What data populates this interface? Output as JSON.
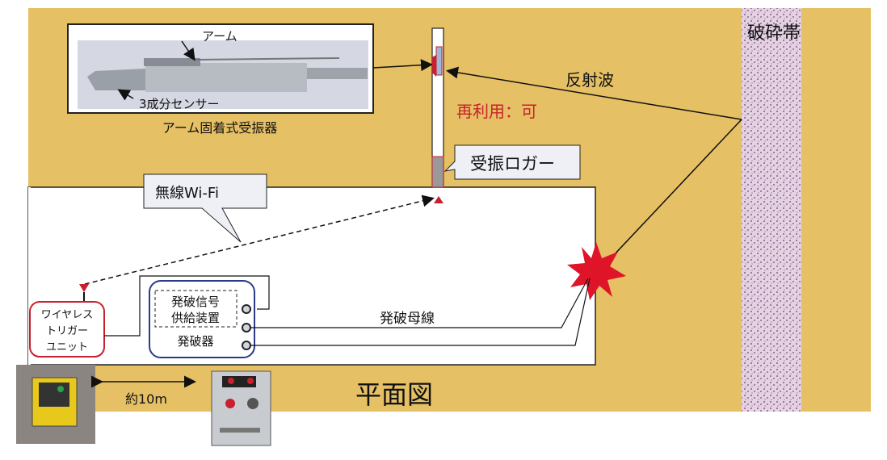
{
  "labels": {
    "arm": "アーム",
    "sensor": "3成分センサー",
    "receiver_caption": "アーム固着式受振器",
    "reflected_wave": "反射波",
    "reusable": "再利用：可",
    "logger": "受振ロガー",
    "fracture_zone": "破砕帯",
    "wifi": "無線Wi-Fi",
    "trigger_lines": [
      "ワイヤレス",
      "トリガー",
      "ユニット"
    ],
    "signal_lines": [
      "発破信号",
      "供給装置"
    ],
    "blaster": "発破器",
    "blast_wire": "発破母線",
    "distance": "約10m",
    "plan_view": "平面図"
  },
  "colors": {
    "rock": "#e6c064",
    "accent_red": "#c8202e",
    "blue_frame": "#2b3a8a",
    "fracture": "#d9c6d8"
  }
}
